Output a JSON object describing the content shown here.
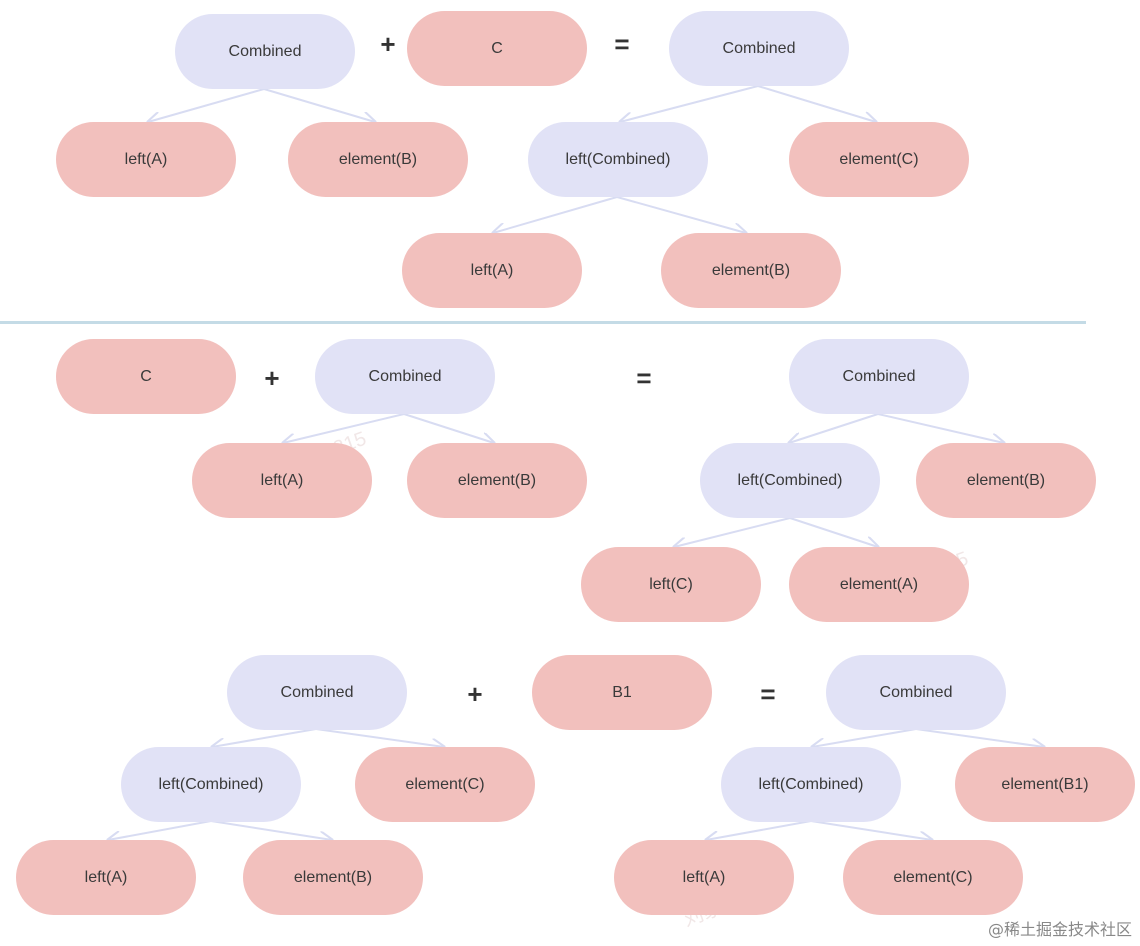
{
  "labels": {
    "combined": "Combined",
    "c": "C",
    "b1": "B1",
    "left_a": "left(A)",
    "left_c": "left(C)",
    "left_combined": "left(Combined)",
    "element_a": "element(A)",
    "element_b": "element(B)",
    "element_c": "element(C)",
    "element_b1": "element(B1)"
  },
  "operators": {
    "plus": "+",
    "equals": "="
  },
  "watermark_text": "刘家东 2215",
  "footer_credit": "@稀土掘金技术社区",
  "colors": {
    "combined_fill": "#e1e2f6",
    "element_fill": "#f2c0bd",
    "edge": "#d8dcf2",
    "divider": "#c4dbe6"
  }
}
